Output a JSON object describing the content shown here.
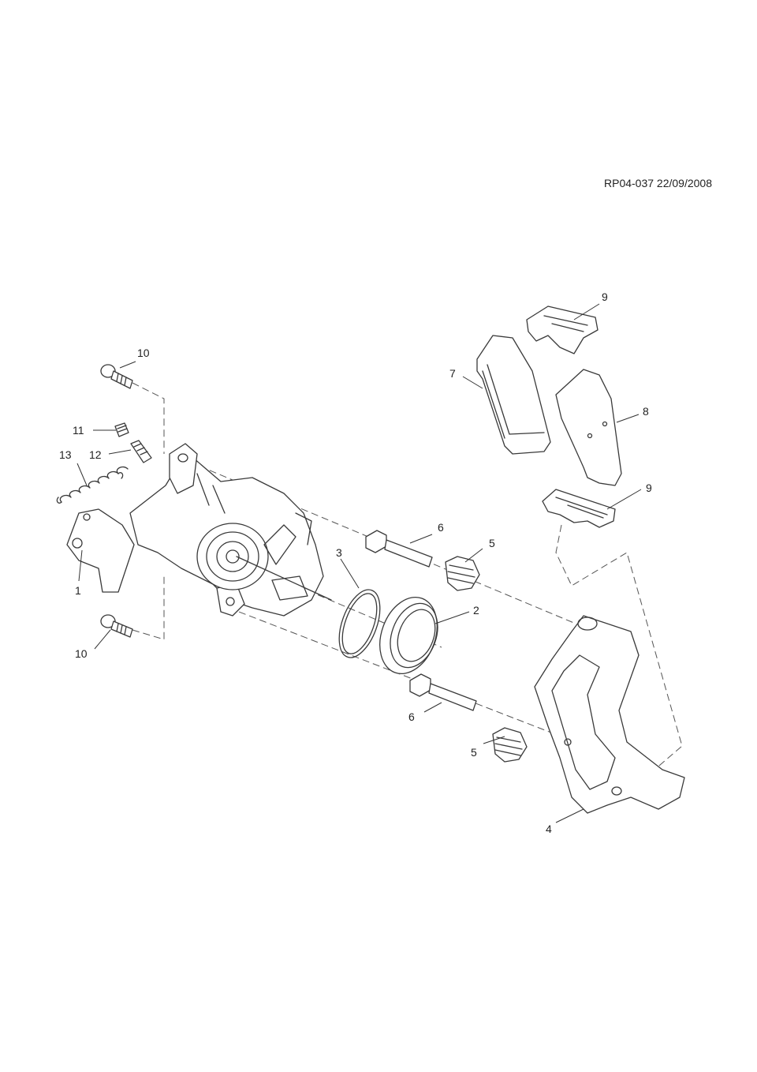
{
  "document": {
    "reference": "RP04-037 22/09/2008"
  },
  "callouts": [
    {
      "id": "c1",
      "label": "1"
    },
    {
      "id": "c2",
      "label": "2"
    },
    {
      "id": "c3",
      "label": "3"
    },
    {
      "id": "c4",
      "label": "4"
    },
    {
      "id": "c5a",
      "label": "5"
    },
    {
      "id": "c5b",
      "label": "5"
    },
    {
      "id": "c6a",
      "label": "6"
    },
    {
      "id": "c6b",
      "label": "6"
    },
    {
      "id": "c7",
      "label": "7"
    },
    {
      "id": "c8",
      "label": "8"
    },
    {
      "id": "c9a",
      "label": "9"
    },
    {
      "id": "c9b",
      "label": "9"
    },
    {
      "id": "c10a",
      "label": "10"
    },
    {
      "id": "c10b",
      "label": "10"
    },
    {
      "id": "c11",
      "label": "11"
    },
    {
      "id": "c12",
      "label": "12"
    },
    {
      "id": "c13",
      "label": "13"
    }
  ]
}
